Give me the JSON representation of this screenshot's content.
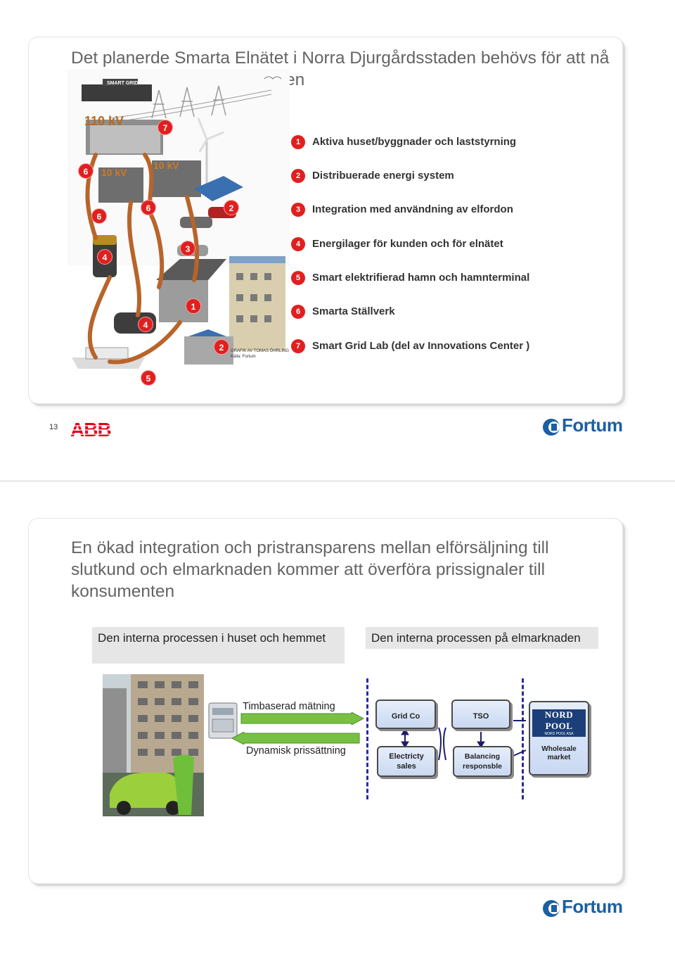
{
  "slide1": {
    "title": "Det planerde Smarta Elnätet i Norra Djurgårdsstaden behövs för att nå de ambitiösa hållbarhetsmålen",
    "illustration": {
      "markers": [
        "7",
        "6",
        "6",
        "6",
        "2",
        "4",
        "3",
        "1",
        "4",
        "2",
        "5"
      ],
      "labels": {
        "lab_sign": "SMART GRID LAB",
        "kv110": "110 kV",
        "kv10a": "10 kV",
        "kv10b": "10 kV",
        "credit_line1": "GRAFIK AV TOMAS ÖHRLING",
        "credit_line2": "Källa: Fortum"
      }
    },
    "legend": [
      {
        "num": "1",
        "text": "Aktiva huset/byggnader och laststyrning"
      },
      {
        "num": "2",
        "text": "Distribuerade energi system"
      },
      {
        "num": "3",
        "text": "Integration med användning av elfordon"
      },
      {
        "num": "4",
        "text": "Energilager för kunden och för elnätet"
      },
      {
        "num": "5",
        "text": "Smart elektrifierad hamn och hamnterminal"
      },
      {
        "num": "6",
        "text": "Smarta Ställverk"
      },
      {
        "num": "7",
        "text": "Smart Grid Lab (del av Innovations Center )"
      }
    ],
    "page_number": "13",
    "abb_logo": "ABB",
    "fortum_logo": "Fortum"
  },
  "slide2": {
    "title": "En ökad integration och pristransparens mellan elförsäljning till slutkund och elmarknaden kommer att överföra prissignaler till konsumenten",
    "left_process": "Den interna processen i huset och hemmet",
    "right_process": "Den interna processen på elmarknaden",
    "arrow_timbaserad": "Timbaserad mätning",
    "arrow_dynamisk": "Dynamisk prissättning",
    "boxes": {
      "grid_co": "Grid Co",
      "tso": "TSO",
      "electricity_sales_line1": "Electricty",
      "electricity_sales_line2": "sales",
      "balancing_line1": "Balancing",
      "balancing_line2": "responsble",
      "nordpool_name": "NORD POOL",
      "nordpool_sub": "NORD POOL ASA",
      "wholesale_line1": "Wholesale",
      "wholesale_line2": "market"
    },
    "fortum_logo": "Fortum"
  },
  "colors": {
    "marker_red": "#e02020",
    "title_gray": "#646464",
    "fortum_blue": "#1b5fa4",
    "abb_red": "#e2001a",
    "green_arrow": "#77c043",
    "dash_blue": "#2a2a9a"
  }
}
